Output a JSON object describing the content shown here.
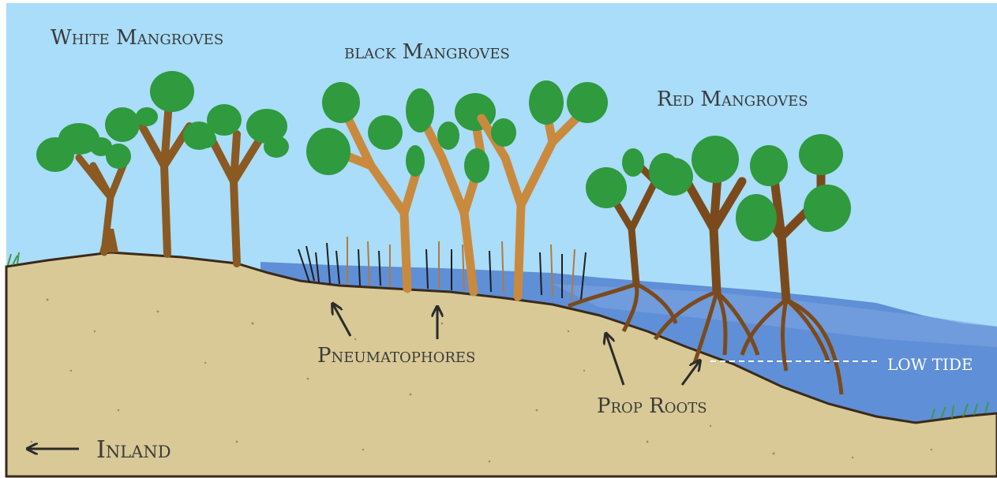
{
  "labels": {
    "white": "White Mangroves",
    "black": "black Mangroves",
    "red": "Red Mangroves",
    "pneumatophores": "Pneumatophores",
    "prop_roots": "Prop Roots",
    "low_tide": "LOW TIDE",
    "inland": "Inland"
  },
  "colors": {
    "sky": "#a9ddf9",
    "water": "#5f8fd6",
    "sand": "#d9c996",
    "leaf": "#2f9a3e",
    "white_trunk": "#8a5a22",
    "black_trunk": "#c98a3e",
    "red_trunk": "#7b4a1c",
    "text": "#3b3b3b"
  }
}
